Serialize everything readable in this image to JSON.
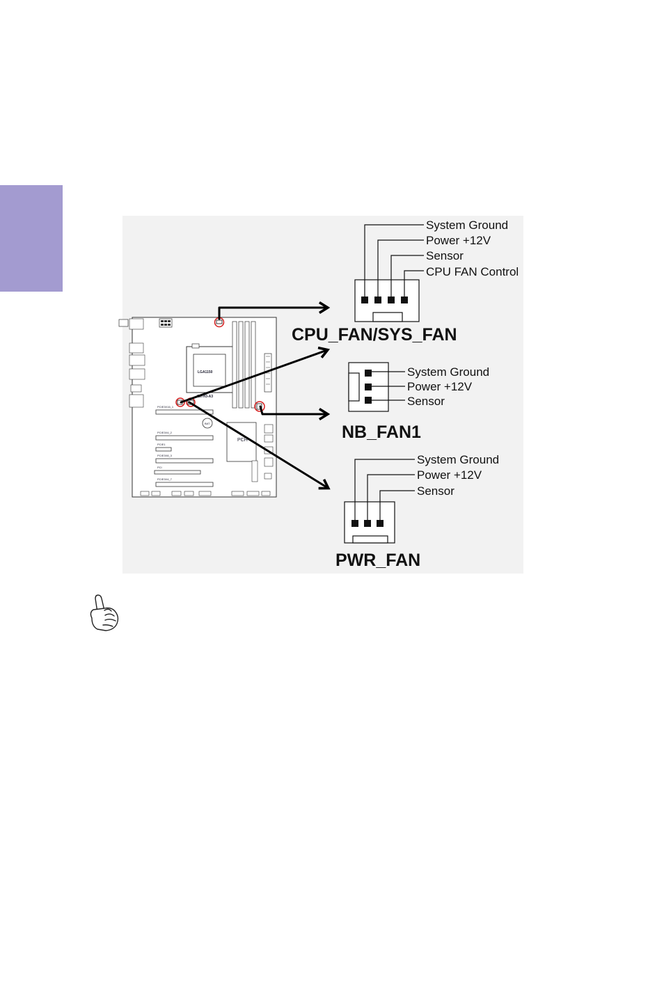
{
  "theme": {
    "tab_color": "#a39bd0",
    "highlight_color": "#d42020"
  },
  "cpu_sys_fan": {
    "title": "CPU_FAN/SYS_FAN",
    "pins": [
      "System Ground",
      "Power +12V",
      "Sensor",
      "CPU FAN Control"
    ]
  },
  "nb_fan1": {
    "title": "NB_FAN1",
    "pins": [
      "System Ground",
      "Power +12V",
      "Sensor"
    ]
  },
  "pwr_fan": {
    "title": "PWR_FAN",
    "pins": [
      "System Ground",
      "Power +12V",
      "Sensor"
    ]
  },
  "board": {
    "cpu_label": "LGA1150",
    "model_label": "Z87H3-A3",
    "pch_label": "PCH",
    "bat_label": "BAT",
    "slot_labels": [
      "PCIE3X16_1",
      "PCIE3X4_2",
      "PCIE1",
      "PCIE3X8_3",
      "PCI",
      "PCIE3X4_7"
    ]
  },
  "note_icon": "pointing-hand-icon"
}
